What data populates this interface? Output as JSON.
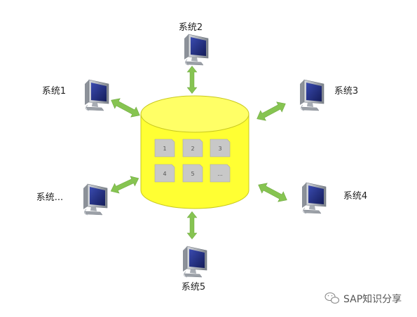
{
  "systems": {
    "s1": "系统1",
    "s2": "系统2",
    "s3": "系统3",
    "s4": "系统4",
    "s5": "系统5",
    "s_more": "系统..."
  },
  "database": {
    "cards": [
      "1",
      "2",
      "3",
      "4",
      "5",
      "..."
    ]
  },
  "watermark": {
    "text": "SAP知识分享"
  },
  "colors": {
    "cylinder": "#ffff33",
    "cylinder_edge": "#c8c81e",
    "arrow": "#86c451",
    "card": "#c8c8c8",
    "monitor_frame": "#9aa0a8",
    "monitor_screen": "#26338a"
  }
}
